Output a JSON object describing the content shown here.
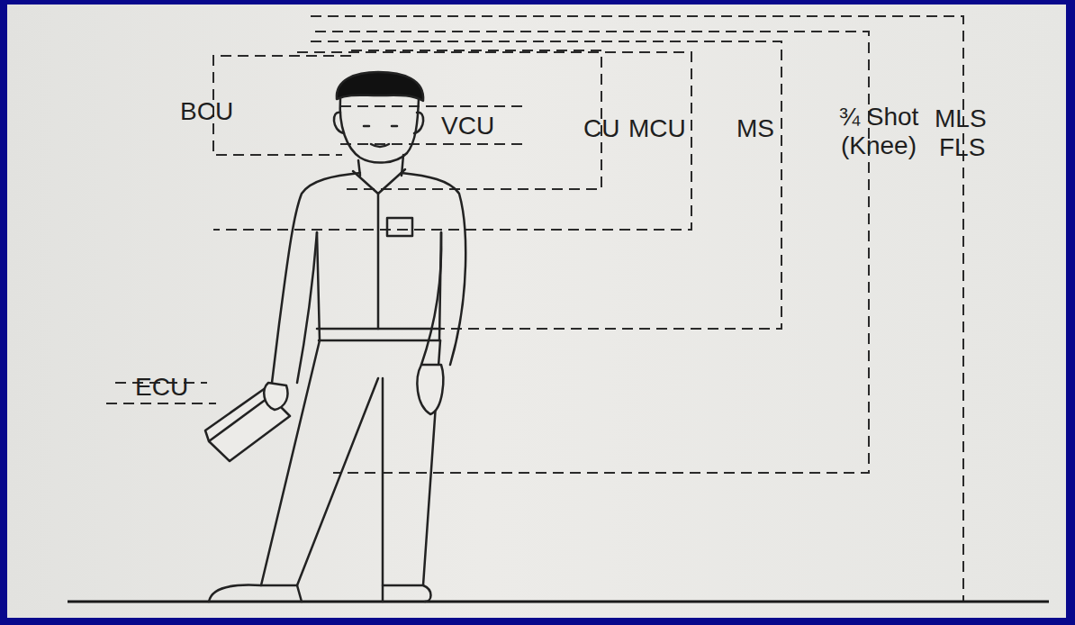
{
  "diagram": {
    "labels": [
      "BCU",
      "VCU",
      "CU",
      "MCU",
      "MS",
      "¾ Shot (Knee)",
      "MLS",
      "FLS",
      "ECU"
    ]
  }
}
